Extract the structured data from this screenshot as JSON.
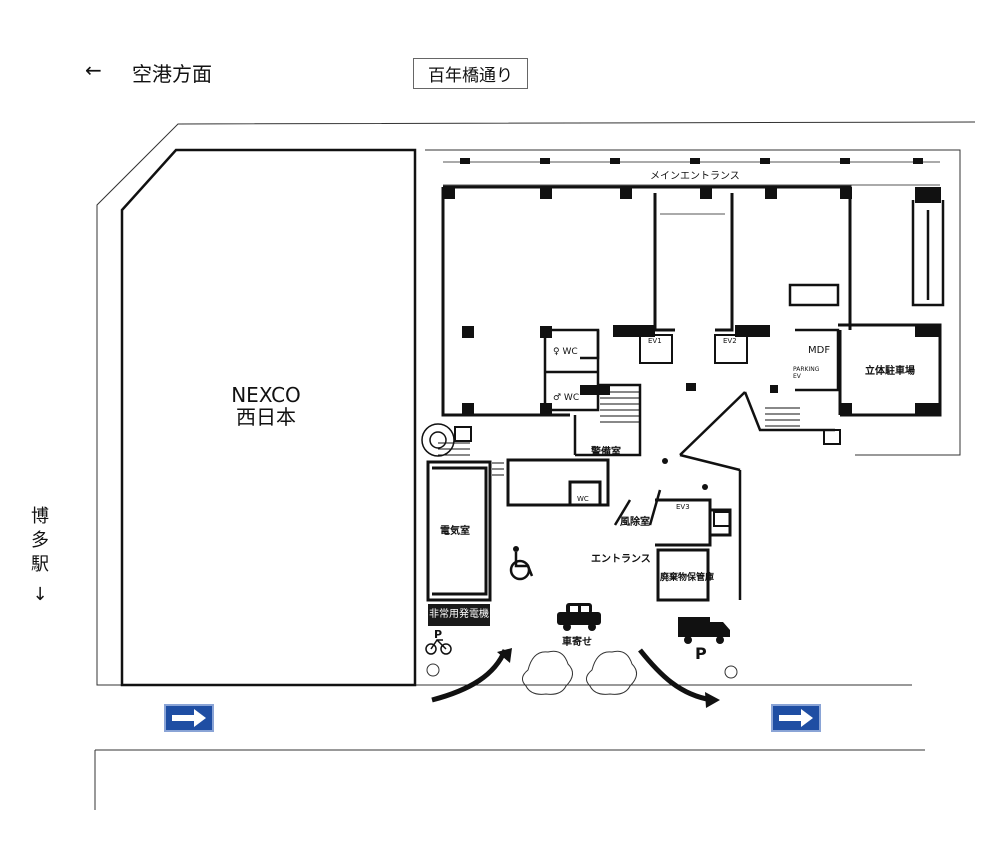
{
  "labels": {
    "airport": "空港方面",
    "airport_arrow": "←",
    "street": "百年橋通り",
    "station": [
      "博",
      "多",
      "駅"
    ],
    "station_arrow": "↓",
    "nexco_line1": "NEXCO",
    "nexco_line2": "西日本",
    "main_entrance": "メインエントランス",
    "entrance": "エントランス",
    "parking_structure": "立体駐車場",
    "electric_room": "電気室",
    "generator": "非常用発電機",
    "security_room": "警備室",
    "windbreak_room": "風除室",
    "waste_storage": "廃棄物保管庫",
    "dropoff": "車寄せ",
    "mdf": "MDF",
    "ev1": "EV1",
    "ev2": "EV2",
    "ev3": "EV3",
    "parking_ev": "PARKING EV",
    "wc": "WC",
    "wc_female": "♀ WC",
    "wc_male": "♂ WC",
    "parking_p": "P",
    "bike_p": "P"
  },
  "colors": {
    "sign_blue": "#1f4ea3",
    "wall": "#111111",
    "dark_label": "#1a1a1a"
  }
}
